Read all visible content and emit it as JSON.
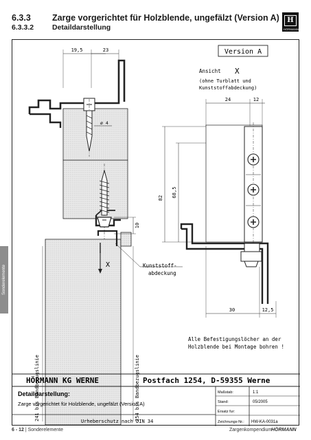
{
  "header": {
    "section_number": "6.3.3",
    "section_title": "Zarge vorgerichtet für Holzblende, ungefälzt (Version A)",
    "subsection_number": "6.3.3.2",
    "subsection_title": "Detaildarstellung",
    "logo_letter": "H",
    "logo_wordmark": "HÖRMANN"
  },
  "side_tab": {
    "label": "Sonderelemente"
  },
  "drawing": {
    "version_label": "Version A",
    "view_label": "Ansicht",
    "view_mark": "X",
    "view_note_1": "(ohne Turblatt und",
    "view_note_2": "Kunststoffabdeckung)",
    "dim_19_5": "19,5",
    "dim_23": "23",
    "dim_phi4": "ø 4",
    "dim_10": "10",
    "dim_24": "24",
    "dim_12": "12",
    "dim_82": "82",
    "dim_68_5": "68,5",
    "dim_30": "30",
    "dim_12_5": "12,5",
    "section_mark": "X",
    "callout_1": "Kunststoff-",
    "callout_2": "abdeckung",
    "line_241": "241 bis Bandbezugslinie",
    "line_254": "254 bis Bandbezugslinie",
    "note_1": "Alle Befestigungslöcher an der",
    "note_2": "Holzblende bei Montage bohren !"
  },
  "title_block": {
    "company": "HÖRMANN KG WERNE",
    "address": "Postfach 1254, D-59355 Werne",
    "heading": "Detaildarstellung:",
    "description": "Zarge vorgerichtet für Holzblende, ungefälzt (Version A)",
    "copyright": "Urheberschutz nach DIN 34",
    "fields": [
      {
        "label": "Maßstab:",
        "value": "1:1"
      },
      {
        "label": "Stand:",
        "value": "05/2005"
      },
      {
        "label": "Ersatz fur:",
        "value": ""
      },
      {
        "label": "Zeichnungs-Nr.:",
        "value": "HW-KA-0031a"
      }
    ]
  },
  "footer": {
    "page": "6 - 12",
    "section": "Sonderelemente",
    "doc": "Zargenkompendium",
    "brand": "HÖRMANN"
  }
}
